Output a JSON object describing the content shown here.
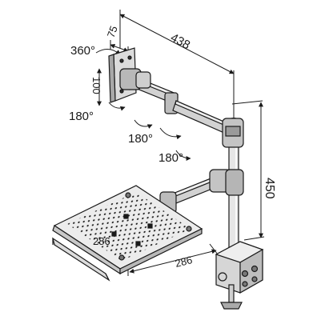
{
  "labels": {
    "width_438": "438",
    "width_75": "75",
    "height_100": "100",
    "height_450": "450",
    "tray_286_a": "286",
    "tray_286_b": "286",
    "rot_360": "360°",
    "rot_180_left": "180°",
    "rot_180_mid": "180°",
    "rot_180_lower": "180°"
  },
  "colors": {
    "line": "#1a1a1a",
    "metal": "#cfcfcf",
    "metal_dark": "#8a8a8a",
    "tray": "#ececec"
  }
}
